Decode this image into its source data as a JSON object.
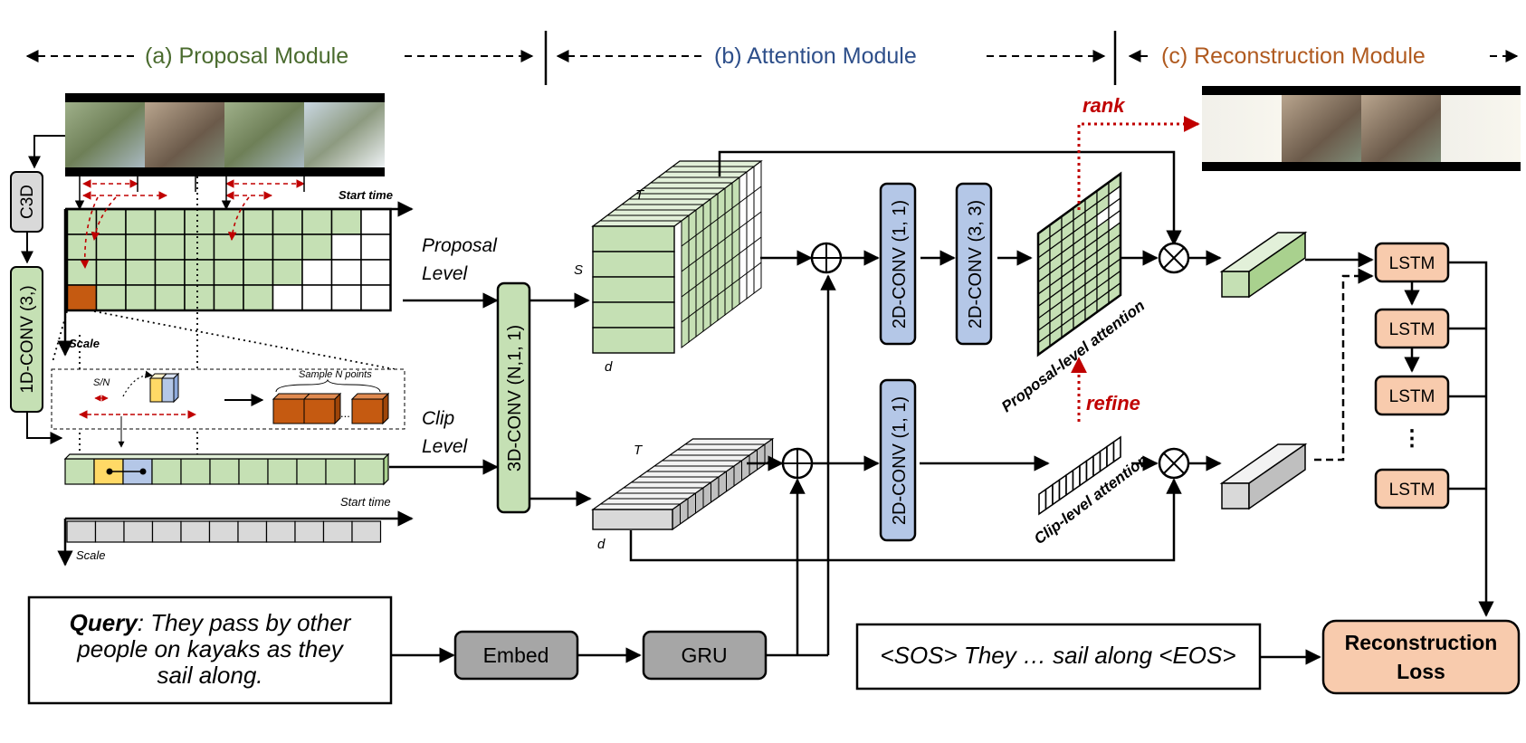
{
  "headers": {
    "proposal": "(a) Proposal Module",
    "attention": "(b) Attention Module",
    "reconstruction": "(c) Reconstruction Module"
  },
  "colors": {
    "proposal_header": "#4a6b2e",
    "attention_header": "#2e4f8a",
    "reconstruction_header": "#b05a1f",
    "green_fill": "#c5e0b4",
    "blue_fill": "#b4c7e7",
    "orange_fill": "#f4b183",
    "orange_dark": "#c55a11",
    "gray_fill": "#a6a6a6",
    "light_gray": "#d9d9d9",
    "red_dashed": "#c00000",
    "yellow": "#ffd966"
  },
  "proposal": {
    "c3d": "C3D",
    "conv1d": "1D-CONV (3,)",
    "start_time_top": "Start time",
    "scale_top": "Scale",
    "sn_label": "S/N",
    "sample_label": "Sample N points",
    "ellipsis": "...",
    "start_time_bottom": "Start time",
    "scale_bottom": "Scale"
  },
  "levels": {
    "proposal_line1": "Proposal",
    "proposal_line2": "Level",
    "clip_line1": "Clip",
    "clip_line2": "Level"
  },
  "conv3d": "3D-CONV (N,1, 1)",
  "tensors": {
    "top_t": "T",
    "top_s": "S",
    "top_d": "d",
    "bottom_t": "T",
    "bottom_d": "d"
  },
  "attention": {
    "conv2d_1": "2D-CONV (1, 1)",
    "conv2d_2": "2D-CONV (3, 3)",
    "conv2d_3": "2D-CONV (1, 1)",
    "proposal_attention": "Proposal-level attention",
    "clip_attention": "Clip-level attention",
    "rank": "rank",
    "refine": "refine"
  },
  "lstm": [
    "LSTM",
    "LSTM",
    "LSTM",
    "LSTM"
  ],
  "lstm_ellipsis": "⋮",
  "query": {
    "prefix": "Query",
    "line1": ": They pass by other",
    "line2": "people on kayaks as they",
    "line3": "sail along."
  },
  "embed": "Embed",
  "gru": "GRU",
  "sentence": "<SOS> They … sail along <EOS>",
  "reconstruction_loss": {
    "line1": "Reconstruction",
    "line2": "Loss"
  },
  "icons": {
    "sum": "plus-circle-icon",
    "product": "times-circle-icon"
  }
}
